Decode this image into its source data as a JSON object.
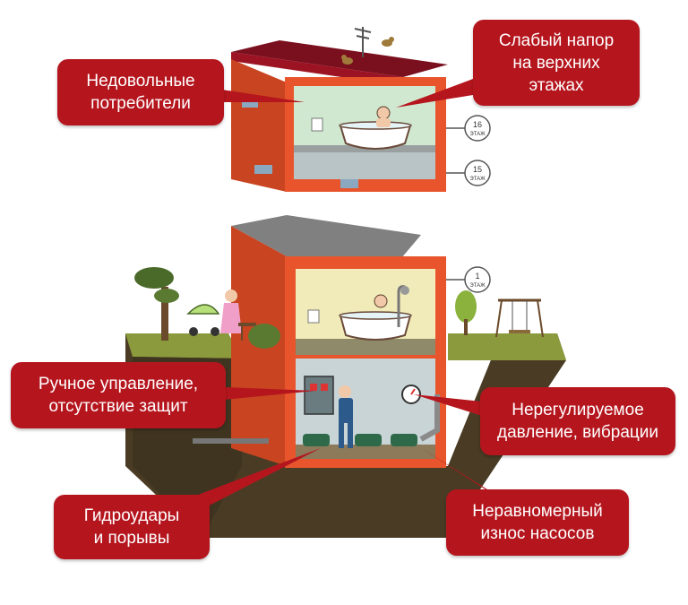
{
  "callouts": {
    "unhappy_consumers": [
      "Недовольные",
      "потребители"
    ],
    "weak_pressure": [
      "Слабый напор",
      "на верхних",
      "этажах"
    ],
    "manual_control": [
      "Ручное управление,",
      "отсутствие защит"
    ],
    "unregulated_pressure": [
      "Нерегулируемое",
      "давление, вибрации"
    ],
    "water_hammer": [
      "Гидроудары",
      "и порывы"
    ],
    "uneven_wear": [
      "Неравномерный",
      "износ насосов"
    ]
  },
  "floor_tags": [
    {
      "number": "16",
      "label": "ЭТАЖ"
    },
    {
      "number": "15",
      "label": "ЭТАЖ"
    },
    {
      "number": "1",
      "label": "ЭТАЖ"
    }
  ],
  "icons": [
    "bird-icon",
    "antenna-icon",
    "tree-icon",
    "swing-icon",
    "pump-icon",
    "pressure-gauge-icon",
    "control-panel-icon",
    "bathtub-icon",
    "shower-icon",
    "stroller-icon",
    "bench-icon"
  ],
  "colors": {
    "callout": "#b5161e",
    "wall": "#e8552d",
    "roof": "#7a0f1e",
    "ground": "#4a3c24",
    "grass": "#8a9a3c",
    "room_upper": "#cfe8cf",
    "room_floor1": "#f0ebb8",
    "basement": "#c9d4d6"
  }
}
